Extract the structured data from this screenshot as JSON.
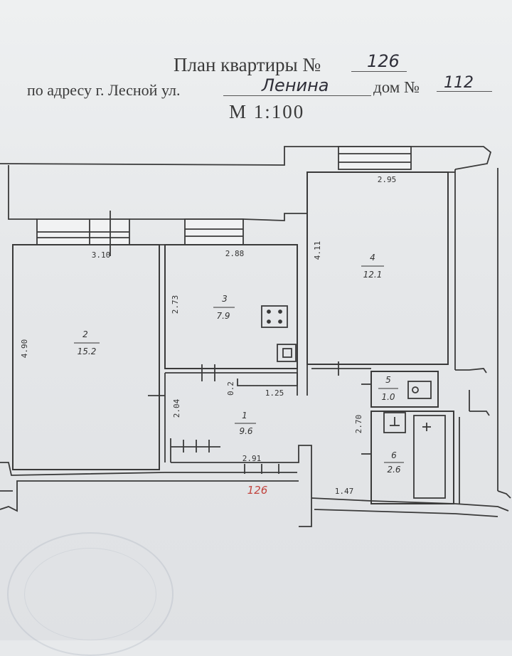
{
  "header": {
    "title_label": "План квартиры №",
    "apartment_number": "126",
    "address_label": "по адресу г. Лесной ул.",
    "street": "Ленина",
    "house_label": "дом №",
    "house_number": "112",
    "scale": "М 1:100"
  },
  "rooms": [
    {
      "number": "1",
      "area": "9.6"
    },
    {
      "number": "2",
      "area": "15.2"
    },
    {
      "number": "3",
      "area": "7.9"
    },
    {
      "number": "4",
      "area": "12.1"
    },
    {
      "number": "5",
      "area": "1.0"
    },
    {
      "number": "6",
      "area": "2.6"
    }
  ],
  "dimensions": {
    "room2_width": "3.10",
    "room2_height": "4.90",
    "room3_width": "2.88",
    "room3_height": "2.73",
    "room4_width": "2.95",
    "room4_height": "4.11",
    "hall_height": "2.04",
    "hall_wall": "0.2",
    "hall_width_top": "1.25",
    "hall_width_bottom": "2.91",
    "wet_height": "2.70",
    "corridor_width": "1.47"
  },
  "annotation": "126"
}
